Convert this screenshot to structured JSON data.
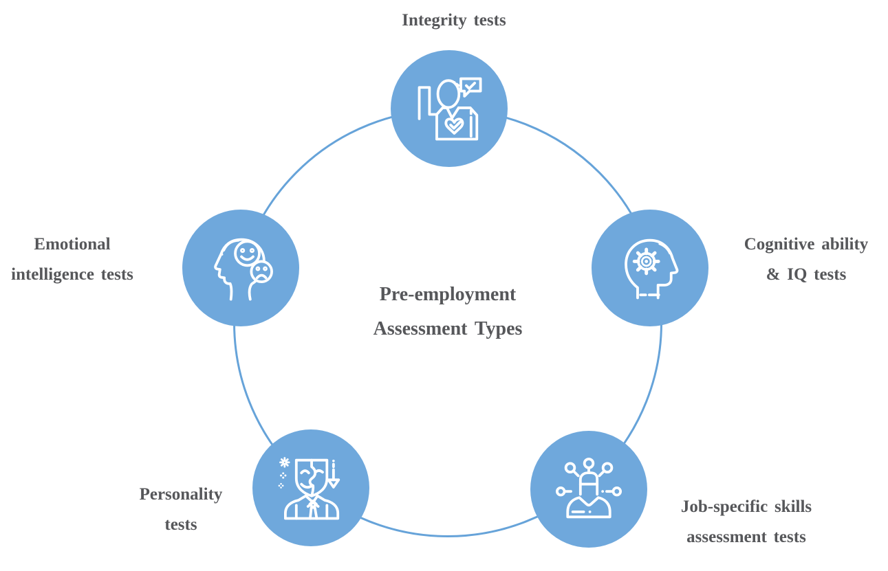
{
  "diagram": {
    "type": "circular-cycle",
    "center_title_line1": "Pre-employment",
    "center_title_line2": "Assessment Types"
  },
  "nodes": [
    {
      "id": "integrity",
      "icon": "oath-person-heart-icon",
      "line1": "Integrity tests",
      "line2": ""
    },
    {
      "id": "cognitive",
      "icon": "head-gear-icon",
      "line1": "Cognitive ability",
      "line2": "& IQ tests"
    },
    {
      "id": "jobskills",
      "icon": "person-skills-network-icon",
      "line1": "Job-specific skills",
      "line2": "assessment tests"
    },
    {
      "id": "personality",
      "icon": "theater-mask-faces-icon",
      "line1": "Personality",
      "line2": "tests"
    },
    {
      "id": "emotional",
      "icon": "head-emotions-faces-icon",
      "line1": "Emotional",
      "line2": "intelligence tests"
    }
  ],
  "colors": {
    "circle_fill": "#6FA8DC",
    "ring_stroke": "#66A3D9",
    "icon_stroke": "#FFFFFF",
    "text": "#56575A"
  }
}
